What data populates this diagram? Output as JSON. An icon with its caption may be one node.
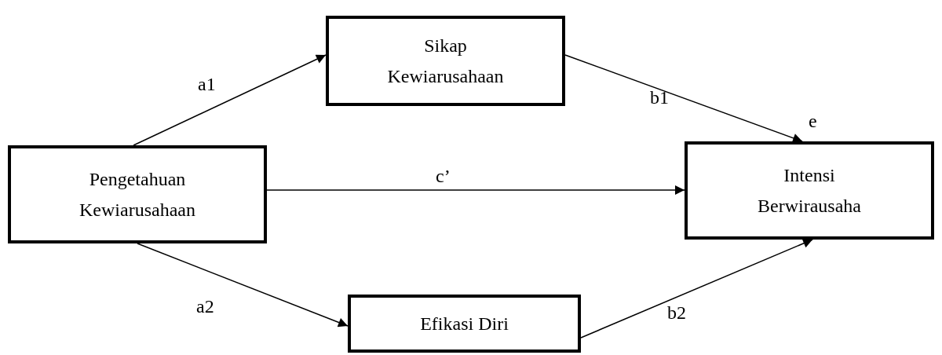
{
  "diagram": {
    "nodes": [
      {
        "text": [
          "Pengetahuan Kewiarusahaan"
        ]
      },
      {
        "text": [
          "Sikap Kewiarusahaan"
        ]
      },
      {
        "text": [
          "Intensi Berwirausaha"
        ]
      },
      {
        "text": [
          "Efikasi Diri"
        ]
      }
    ],
    "edges": [
      {
        "from": 0,
        "to": 1,
        "arrow": "to",
        "label": "a1"
      },
      {
        "from": 1,
        "to": 2,
        "arrow": "to",
        "label": "b1"
      },
      {
        "from": 0,
        "to": 2,
        "arrow": "to",
        "label": "c’"
      },
      {
        "from": 0,
        "to": 3,
        "arrow": "to",
        "label": "a2"
      },
      {
        "from": 3,
        "to": 2,
        "arrow": "to",
        "label": "b2"
      }
    ],
    "labels": [
      "e"
    ]
  }
}
